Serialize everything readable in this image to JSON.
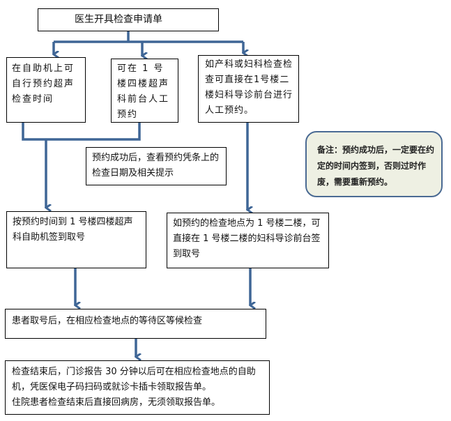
{
  "title": "医生开具检查申请单",
  "branches": {
    "self_service": "在自助机上可自行预约超声检查时间",
    "manual_4f": "可在 1 号楼四楼超声科前台人工预约",
    "obgyn": "如产科或妇科检查检查可直接在1号楼二楼妇科导诊前台进行人工预约。"
  },
  "after_booking": "预约成功后，查看预约凭条上的检查日期及相关提示",
  "note": "备注：预约成功后，一定要在约定的时间内签到，否则过时作废，需要重新预约。",
  "checkin_left": "按预约时间到 1 号楼四楼超声科自助机签到取号",
  "checkin_right": "如预约的检查地点为 1 号楼二楼，可直接在 1 号楼二楼的妇科导诊前台签到取号",
  "waiting": "患者取号后，在相应检查地点的等待区等候检查",
  "report": {
    "line1": "检查结束后，门诊报告 30 分钟以后可在相应检查地点的自助机，凭医保电子码扫码或就诊卡插卡领取报告单。",
    "line2": "住院患者检查结束后直接回病房，无须领取报告单。"
  },
  "colors": {
    "arrow": "#3f6696",
    "note_border": "#4a6a93",
    "note_bg": "#eef0e3"
  }
}
